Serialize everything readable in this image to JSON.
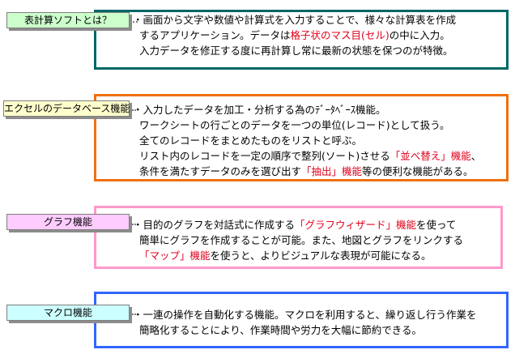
{
  "items": [
    {
      "label": "表計算ソフトとは？",
      "label_bg": "#ccffcc",
      "border_color": "#006666",
      "lines": [
        [
          {
            "t": "・画面から文字や数値や計算式を入力することで、様々な計算表を作成"
          }
        ],
        [
          {
            "t": "するアプリケーション。データは"
          },
          {
            "t": "格子状のマス目(セル)",
            "hl": true
          },
          {
            "t": "の中に入力。"
          }
        ],
        [
          {
            "t": "入力データを修正する度に再計算し常に最新の状態を保つのが特徴。"
          }
        ]
      ]
    },
    {
      "label": "エクセルのデータベース機能",
      "label_bg": "#ffffcc",
      "border_color": "#f07010",
      "lines": [
        [
          {
            "t": "・入力したデータを加工・分析する為のﾃﾞｰﾀﾍﾞｰｽ機能。"
          }
        ],
        [
          {
            "t": "ワークシートの行ごとのデータを一つの単位(レコード)として扱う。"
          }
        ],
        [
          {
            "t": "全てのレコードをまとめたものをリストと呼ぶ。"
          }
        ],
        [
          {
            "t": "リスト内のレコードを一定の順序で整列(ソート)させる"
          },
          {
            "t": "「並べ替え」機能",
            "hl": true
          },
          {
            "t": "、"
          }
        ],
        [
          {
            "t": "条件を満たすデータのみを選び出す"
          },
          {
            "t": "「抽出」機能",
            "hl": true
          },
          {
            "t": "等の便利な機能がある。"
          }
        ]
      ]
    },
    {
      "label": "グラフ機能",
      "label_bg": "#ffccff",
      "border_color": "#ff99cc",
      "lines": [
        [
          {
            "t": "・目的のグラフを対話式に作成する"
          },
          {
            "t": "「グラフウィザード」機能",
            "hl": true
          },
          {
            "t": "を使って"
          }
        ],
        [
          {
            "t": "簡単にグラフを作成することが可能。また、地図とグラフをリンクする"
          }
        ],
        [
          {
            "t": "「マップ」機能",
            "hl": true
          },
          {
            "t": "を使うと、よりビジュアルな表現が可能になる。"
          }
        ]
      ]
    },
    {
      "label": "マクロ機能",
      "label_bg": "#ccffff",
      "border_color": "#3366ff",
      "lines": [
        [
          {
            "t": "・一連の操作を自動化する機能。マクロを利用すると、繰り返し行う作業を"
          }
        ],
        [
          {
            "t": "簡略化することにより、作業時間や労力を大幅に節約できる。"
          }
        ]
      ]
    }
  ]
}
